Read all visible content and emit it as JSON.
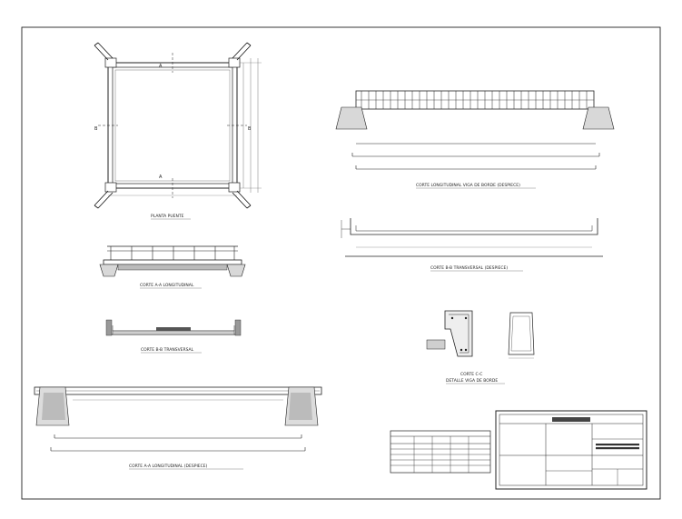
{
  "views": {
    "plan_title": "PLANTA PUENTE",
    "section_aa_long_title": "CORTE A-A LONGITUDINAL",
    "section_bb_trans_title": "CORTE B-B TRANSVERSAL",
    "section_aa_long_steel_title": "CORTE A-A LONGITUDINAL (DESPIECE)",
    "edge_beam_long_title": "CORTE LONGITUDINAL VIGA DE BORDE (DESPIECE)",
    "section_bb_trans_steel_title": "CORTE B-B TRANSVERSAL (DESPIECE)",
    "detail_cc_title": "CORTE C-C",
    "detail_cc_subtitle": "DETALLE VIGA DE BORDE"
  },
  "markers": {
    "a": "A",
    "b": "B"
  }
}
